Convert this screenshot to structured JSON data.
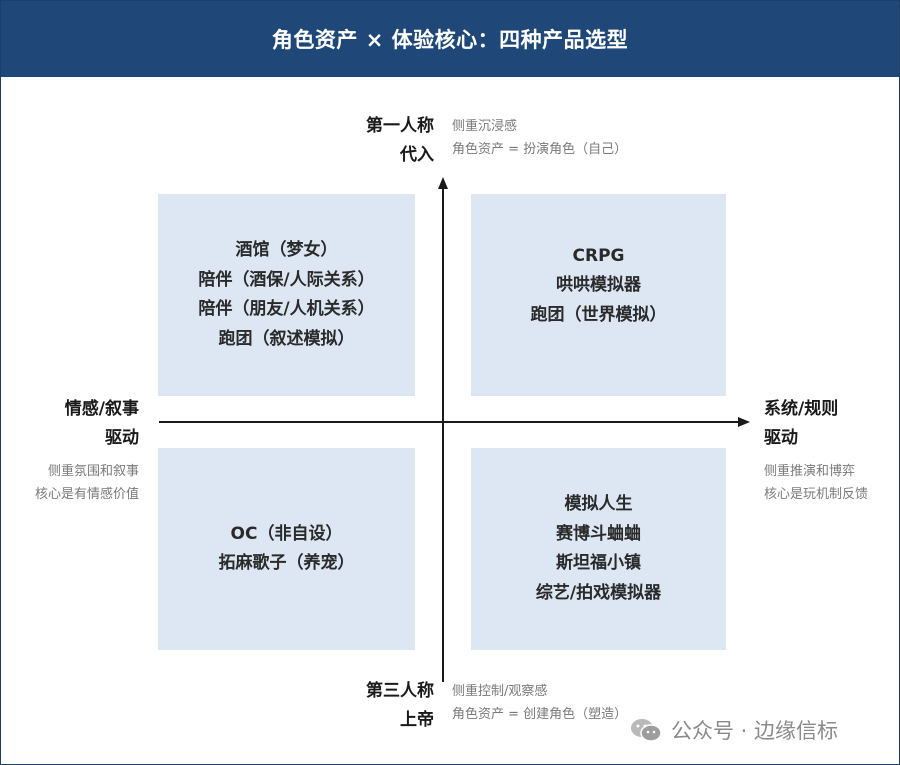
{
  "header": {
    "title": "角色资产 × 体验核心：四种产品选型"
  },
  "axes": {
    "top": {
      "lines": [
        "第一人称",
        "代入"
      ],
      "notes": [
        "侧重沉浸感",
        "角色资产 = 扮演角色（自己）"
      ]
    },
    "bottom": {
      "lines": [
        "第三人称",
        "上帝"
      ],
      "notes": [
        "侧重控制/观察感",
        "角色资产 = 创建角色（塑造）"
      ]
    },
    "left": {
      "lines": [
        "情感/叙事",
        "驱动"
      ],
      "notes": [
        "侧重氛围和叙事",
        "核心是有情感价值"
      ]
    },
    "right": {
      "lines": [
        "系统/规则",
        "驱动"
      ],
      "notes": [
        "侧重推演和博弈",
        "核心是玩机制反馈"
      ]
    }
  },
  "quadrants": {
    "top_left": [
      "酒馆（梦女）",
      "陪伴（酒保/人际关系）",
      "陪伴（朋友/人机关系）",
      "跑团（叙述模拟）"
    ],
    "top_right": [
      "CRPG",
      "哄哄模拟器",
      "跑团（世界模拟）"
    ],
    "bottom_left": [
      "OC（非自设）",
      "拓麻歌子（养宠）"
    ],
    "bottom_right": [
      "模拟人生",
      "赛博斗蛐蛐",
      "斯坦福小镇",
      "综艺/拍戏模拟器"
    ]
  },
  "watermark": {
    "text": "公众号 · 边缘信标",
    "icon": "wechat-icon"
  },
  "colors": {
    "header_bg": "#1f4878",
    "quadrant_bg": "#dde7f3",
    "axis": "#1a1a1a",
    "note_text": "#7a7a7a"
  }
}
